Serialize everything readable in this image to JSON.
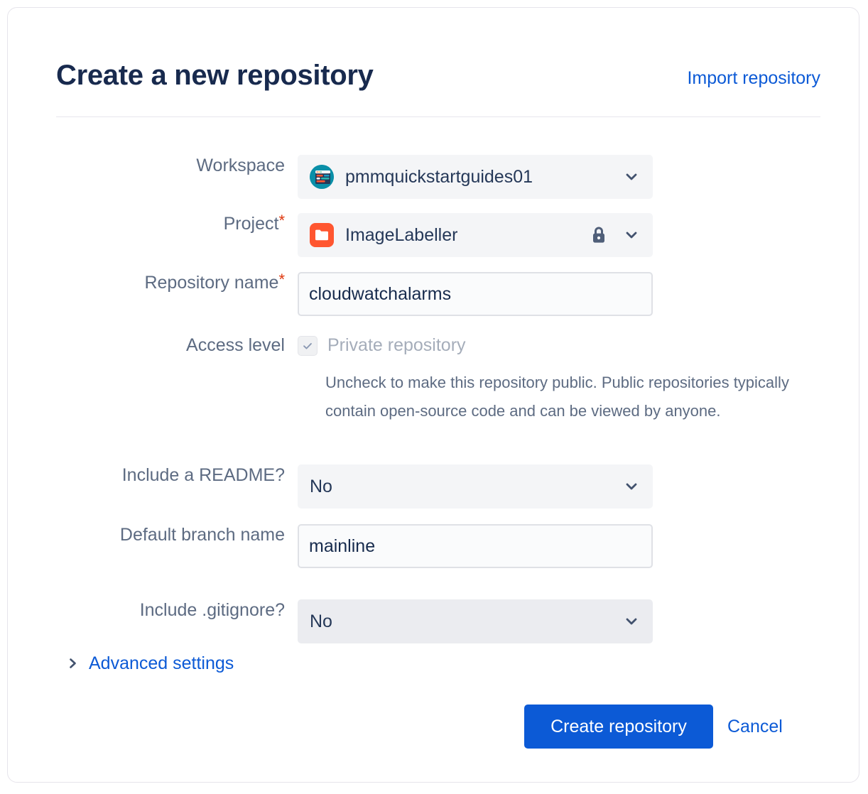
{
  "header": {
    "title": "Create a new repository",
    "import_link": "Import repository"
  },
  "form": {
    "workspace": {
      "label": "Workspace",
      "value": "pmmquickstartguides01",
      "avatar_icon": "workspace-avatar-icon",
      "chevron_icon": "chevron-down-icon"
    },
    "project": {
      "label": "Project",
      "required_marker": "*",
      "value": "ImageLabeller",
      "avatar_icon": "project-folder-icon",
      "lock_icon": "lock-icon",
      "chevron_icon": "chevron-down-icon"
    },
    "repository_name": {
      "label": "Repository name",
      "required_marker": "*",
      "value": "cloudwatchalarms",
      "placeholder": ""
    },
    "access_level": {
      "label": "Access level",
      "checkbox_label": "Private repository",
      "checked": true,
      "disabled": true,
      "checkbox_icon": "check-icon",
      "help_text": "Uncheck to make this repository public. Public repositories typically contain open-source code and can be viewed by anyone."
    },
    "include_readme": {
      "label": "Include a README?",
      "value": "No",
      "chevron_icon": "chevron-down-icon"
    },
    "default_branch": {
      "label": "Default branch name",
      "value": "mainline",
      "placeholder": ""
    },
    "include_gitignore": {
      "label": "Include .gitignore?",
      "value": "No",
      "chevron_icon": "chevron-down-icon"
    },
    "advanced_settings": {
      "label": "Advanced settings",
      "caret_icon": "chevron-right-icon",
      "expanded": false
    }
  },
  "footer": {
    "submit_label": "Create repository",
    "cancel_label": "Cancel"
  },
  "colors": {
    "link": "#0c5ad6",
    "primary_button": "#0c5ad6",
    "title": "#182a4e",
    "label": "#5d6b82",
    "required_asterisk": "#de350b",
    "project_avatar": "#ff5630",
    "workspace_avatar": "#0a8fa8",
    "select_background": "#f4f5f7",
    "select_background_hover": "#ebecf0",
    "input_background": "#fafbfc",
    "input_border": "#dfe1e6",
    "disabled_text": "#a5adba"
  }
}
